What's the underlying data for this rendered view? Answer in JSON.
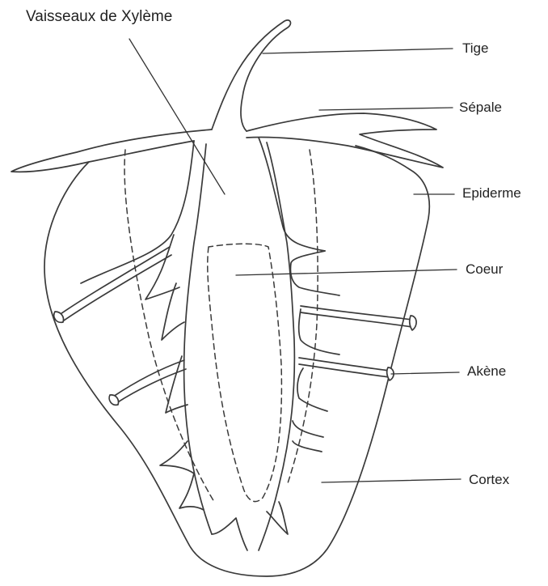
{
  "diagram": {
    "labels": {
      "vessels": "Vaisseaux de Xylème",
      "stem": "Tige",
      "sepal": "Sépale",
      "epidermis": "Epiderme",
      "core": "Coeur",
      "achene": "Akène",
      "cortex": "Cortex"
    },
    "colors": {
      "ink": "#3a3a3a",
      "background": "#ffffff"
    }
  }
}
